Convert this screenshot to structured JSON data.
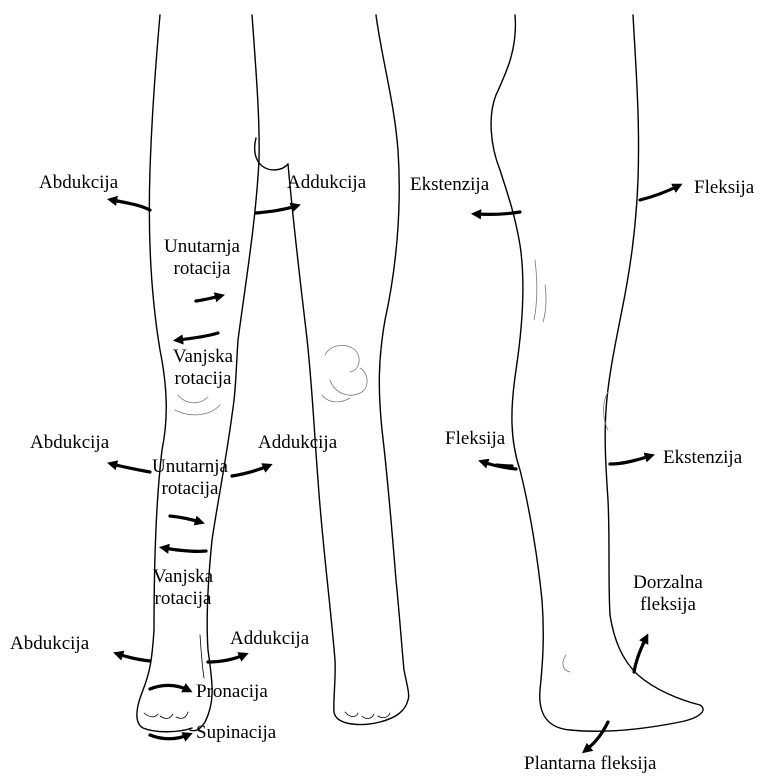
{
  "labels": {
    "hip_abduction": "Abdukcija",
    "hip_adduction": "Addukcija",
    "hip_internal_rotation": "Unutarnja rotacija",
    "hip_external_rotation": "Vanjska rotacija",
    "knee_abduction": "Abdukcija",
    "knee_adduction": "Addukcija",
    "knee_internal_rotation": "Unutarnja rotacija",
    "knee_external_rotation": "Vanjska rotacija",
    "ankle_abduction": "Abdukcija",
    "ankle_adduction": "Addukcija",
    "pronation": "Pronacija",
    "supination": "Supinacija",
    "hip_extension": "Ekstenzija",
    "hip_flexion": "Fleksija",
    "knee_flexion": "Fleksija",
    "knee_extension": "Ekstenzija",
    "dorsal_flexion": "Dorzalna fleksija",
    "plantar_flexion": "Plantarna fleksija"
  }
}
